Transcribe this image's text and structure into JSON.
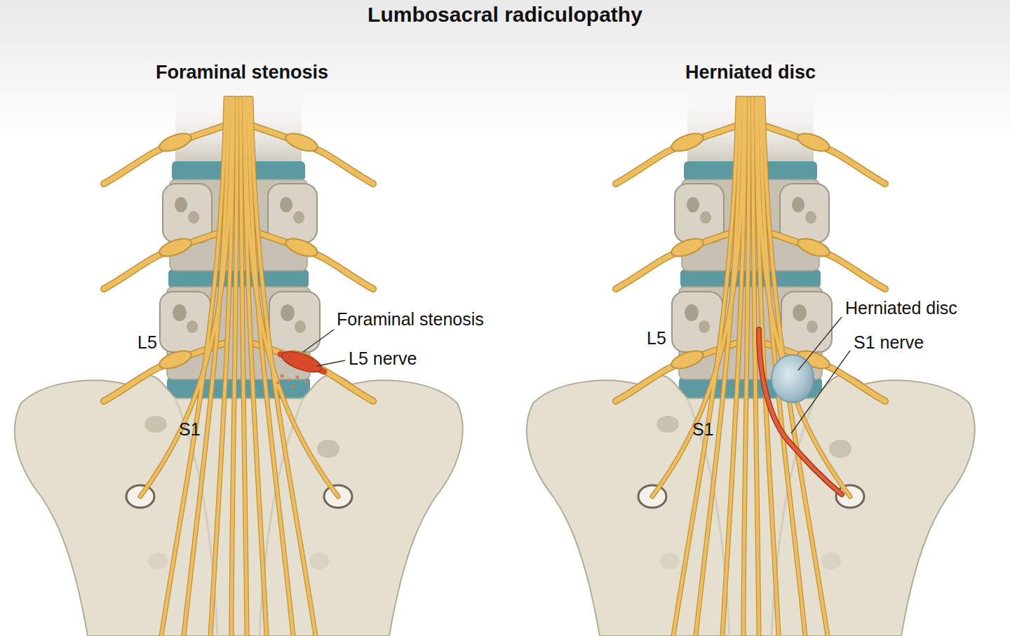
{
  "diagram": {
    "title": "Lumbosacral radiculopathy",
    "labels": [
      "Foraminal stenosis",
      "Herniated disc",
      "L5",
      "Foraminal stenosis",
      "L5 nerve",
      "S1",
      "L5",
      "Herniated disc",
      "S1 nerve",
      "S1"
    ]
  }
}
